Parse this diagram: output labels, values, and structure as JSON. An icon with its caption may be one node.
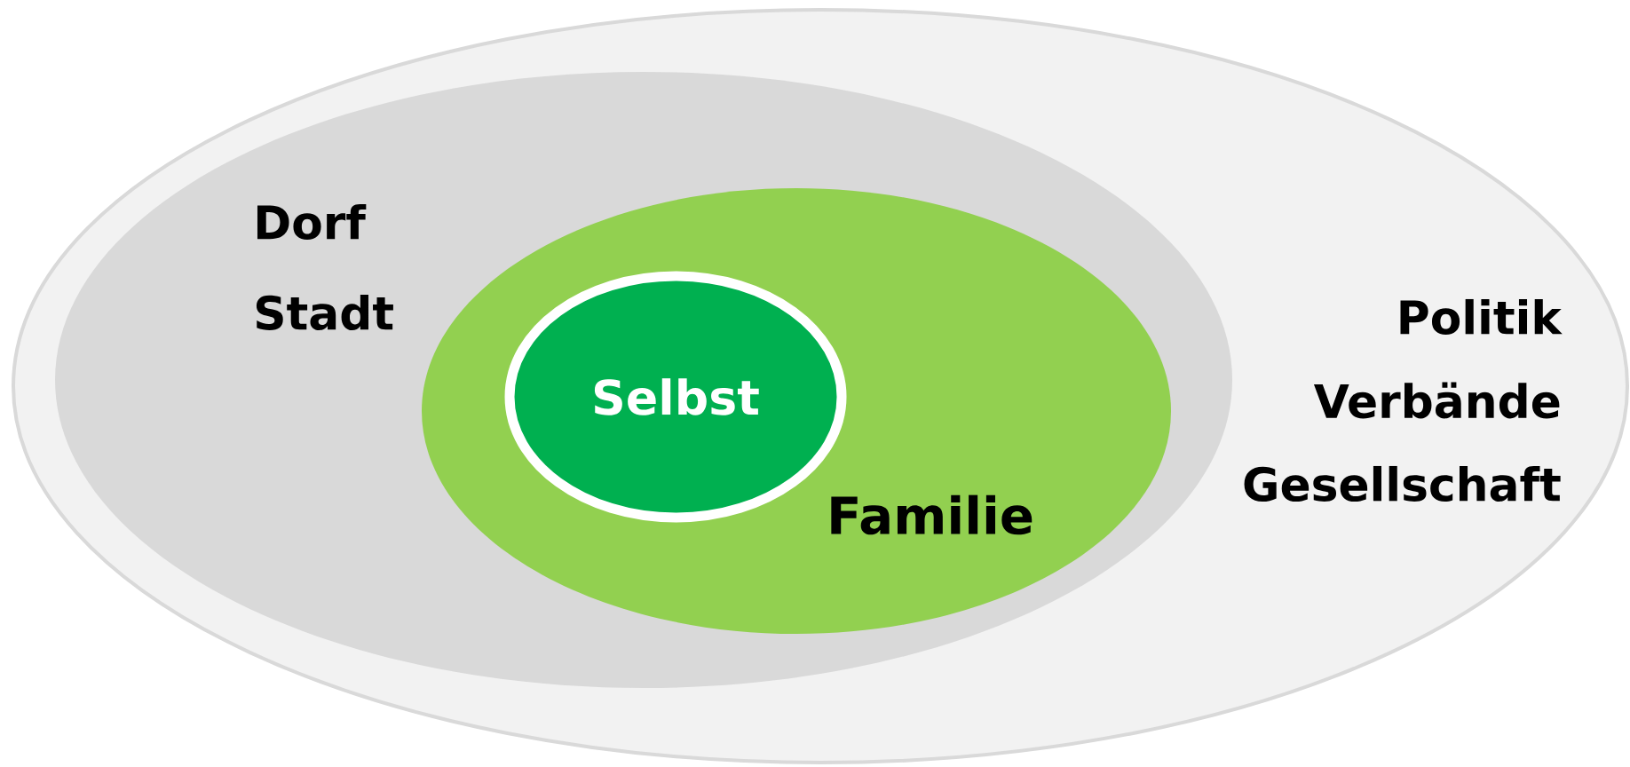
{
  "diagram": {
    "nodes": [
      {
        "text": [
          "Politik",
          "Verbände",
          "Gesellschaft"
        ]
      },
      {
        "text": [
          "Dorf",
          "Stadt"
        ],
        "in": 0
      },
      {
        "text": [
          "Familie"
        ],
        "in": 1
      },
      {
        "text": [
          "Selbst"
        ],
        "in": 2
      }
    ]
  }
}
